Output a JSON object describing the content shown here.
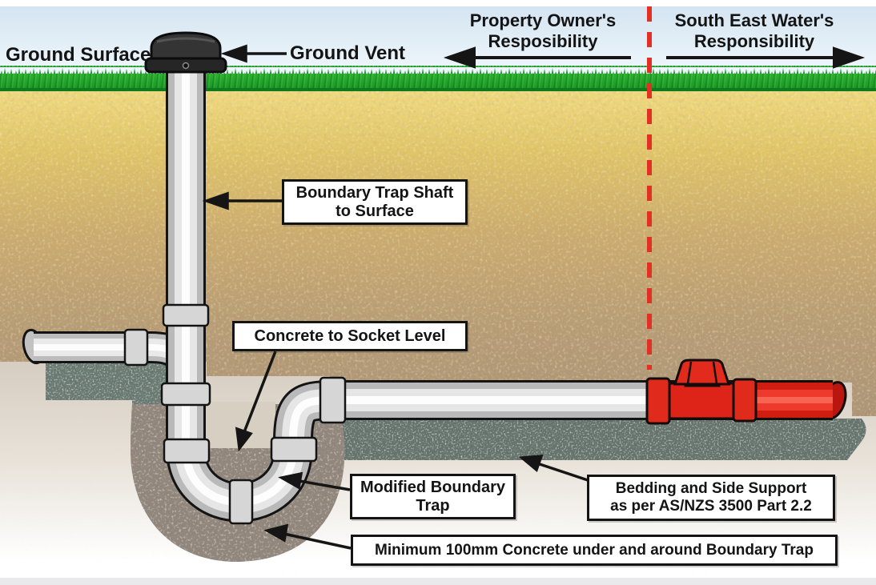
{
  "zones": {
    "left": {
      "line1": "Property Owner's",
      "line2": "Resposibility"
    },
    "right": {
      "line1": "South East Water's",
      "line2": "Responsibility"
    }
  },
  "surface": {
    "ground_surface": "Ground Surface",
    "ground_vent": "Ground Vent"
  },
  "callouts": {
    "shaft": {
      "line1": "Boundary Trap Shaft",
      "line2": "to Surface"
    },
    "concrete_socket": {
      "text": "Concrete to Socket Level"
    },
    "modified_trap": {
      "line1": "Modified Boundary",
      "line2": "Trap"
    },
    "bedding": {
      "line1": "Bedding and Side Support",
      "line2": "as per AS/NZS 3500 Part 2.2"
    },
    "min_concrete": {
      "text": "Minimum 100mm Concrete under and around Boundary Trap"
    }
  },
  "colors": {
    "divider_red": "#e23025",
    "pipe_red": "#df221a",
    "pipe_gray": "#c9c9c9",
    "grass_green": "#1fa12b",
    "topsoil_gold": "#e2c468",
    "subsoil_tan": "#ab9278",
    "gravel_gray": "#66736c",
    "concrete_light": "#ddd5ca"
  }
}
